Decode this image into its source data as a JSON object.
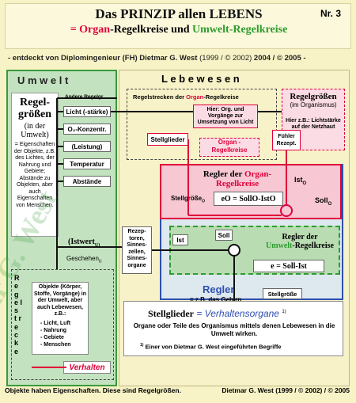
{
  "header": {
    "title": "Das PRINZIP allen LEBENS",
    "nr": "Nr. 3",
    "sub_eq": "=",
    "sub_organ": "Organ",
    "sub_mid": "-Regelkreise und",
    "sub_umwelt": "Umwelt",
    "sub_end": "-Regelkreise",
    "discoverer": "- entdeckt von Diplomingenieur (FH) Dietmar G. West",
    "years": "(1999 / © 2002)",
    "years2": "2004 / © 2005 -"
  },
  "umwelt": {
    "heading": "U m w e l t",
    "regel_title": "Regel-größen",
    "regel_sub": "(in der Umwelt)",
    "regel_desc": "= Eigenschaften der Objekte, z.B. des Lichtes, der Nahrung und Gebiete; Abstände zu Objekten, aber auch Eigenschaften von Menschen.",
    "items": [
      "Andere Regelgr.",
      "Licht (-stärke)",
      "O₂-Konzentr.",
      "(Leistung)",
      "Temperatur",
      "Abstände"
    ],
    "istwert": "(Istwert",
    "istwert_sub": "U)",
    "geschehen": "Geschehen",
    "geschehen_sub": "U",
    "regelstrecke_vert": "R e g e l s t r e c k e",
    "objekte_title": "Objekte (Körper, Stoffe, Vorgänge) in der Umwelt, aber auch Lebewesen, z.B.:",
    "objekte_items": [
      "- Licht, Luft",
      "- Nahrung",
      "- Gebiete",
      "- Menschen"
    ],
    "verhalten": "Verhalten"
  },
  "leben": {
    "heading": "L e b e w e s e n",
    "strecken_title_a": "Regelstrecken der",
    "strecken_title_b": "Organ",
    "strecken_title_c": "-Regelkreise",
    "hier_box": "Hier: Org. und Vorgänge zur Umsetzung von Licht",
    "regelgroessen_title": "Regelgrößen",
    "regelgroessen_sub": "(im Organismus)",
    "hier_zb": "Hier z.B.: Lichtstärke auf der Netzhaut",
    "stellglieder": "Stellglieder",
    "organ_rk_a": "Organ -",
    "organ_rk_b": "Regelkreise",
    "fuehler": "Fühler Rezept.",
    "regler_organ_a": "Regler der",
    "regler_organ_b": "Organ-",
    "regler_organ_c": "Regelkreise",
    "ist_o": "Ist",
    "ist_o_sub": "O",
    "stellgroesse_o": "Stellgröße",
    "stellgroesse_o_sub": "O",
    "eq_organ": "eO = SollO-IstO",
    "soll_o": "Soll",
    "soll_o_sub": "O",
    "rezeptoren": "Rezep-toren, Sinnes-zellen, Sinnes-organe",
    "ist": "Ist",
    "soll": "Soll",
    "regler_umwelt_a": "Regler der",
    "regler_umwelt_b": "Umwelt",
    "regler_umwelt_c": "-Regelkreise",
    "eq_umwelt": "e = Soll-Ist",
    "regler": "Regler",
    "regler_sub": "= z.B. das Gehirn",
    "stellgroesse": "Stellgröße",
    "stellglieder_title": "Stellglieder",
    "verhaltensorgane": "= Verhaltensorgane",
    "fn_mark": "1)",
    "stell_desc": "Organe oder Teile des Organismus mittels denen Lebewesen in die Umwelt wirken.",
    "footnote": "Einer von Dietmar G. West eingeführten Begriffe"
  },
  "watermark": "Dietmar G. West",
  "footer": {
    "left": "Objekte haben Eigenschaften. Diese sind Regelgrößen.",
    "right": "Dietmar G. West (1999 / © 2002) / © 2005"
  },
  "colors": {
    "red": "#e0003a",
    "green": "#2e9c2e",
    "blue": "#2f4fb0",
    "bg": "#f7f3c6"
  }
}
